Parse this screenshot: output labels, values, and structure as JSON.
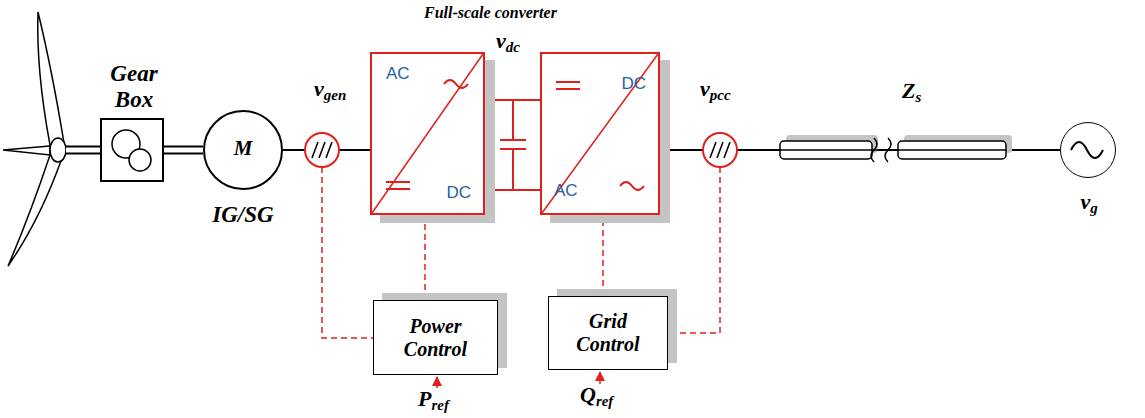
{
  "diagram": {
    "nodes": [
      {
        "text": [
          "Gear Box"
        ]
      },
      {
        "text": [
          "M",
          "IG/SG"
        ]
      },
      {
        "text": [
          "AC",
          "DC"
        ]
      },
      {
        "text": [
          "DC",
          "AC"
        ]
      },
      {
        "text": [
          "Power Control"
        ]
      },
      {
        "text": [
          "Grid Control"
        ]
      },
      {
        "text": [
          "vg"
        ]
      }
    ],
    "edges": [
      {
        "from": 0,
        "to": 1,
        "arrow": "none"
      },
      {
        "from": 1,
        "to": 2,
        "arrow": "none"
      },
      {
        "from": 2,
        "to": 3,
        "arrow": "none"
      },
      {
        "from": 3,
        "to": 6,
        "arrow": "none"
      },
      {
        "from": 4,
        "to": 2,
        "arrow": "none"
      },
      {
        "from": 5,
        "to": 3,
        "arrow": "none"
      }
    ],
    "labels": [
      "Full-scale converter",
      "vgen",
      "vdc",
      "vpcc",
      "Zs",
      "Pref",
      "Qref"
    ]
  }
}
